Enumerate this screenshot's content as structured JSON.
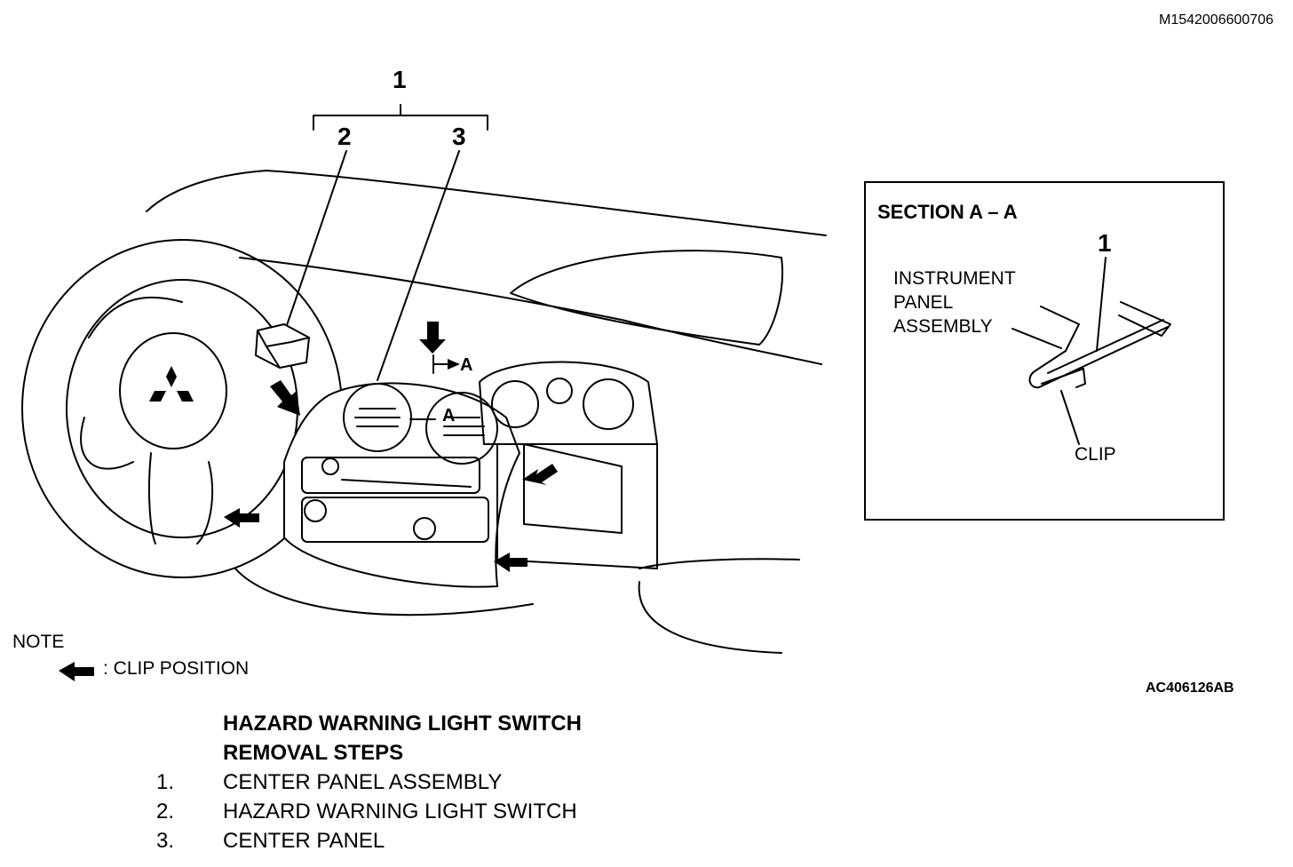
{
  "doc_id": "M1542006600706",
  "figure_id": "AC406126AB",
  "callouts": {
    "c1": "1",
    "c2": "2",
    "c3": "3",
    "section_marker": "A"
  },
  "section": {
    "title": "SECTION A – A",
    "callout": "1",
    "instrument_panel_line1": "INSTRUMENT",
    "instrument_panel_line2": "PANEL",
    "instrument_panel_line3": "ASSEMBLY",
    "clip": "CLIP"
  },
  "note": {
    "heading": "NOTE",
    "clip_position": ": CLIP POSITION",
    "arrow_icon": "black-arrow-left-icon"
  },
  "steps": {
    "title_line1": "HAZARD WARNING LIGHT SWITCH",
    "title_line2": "REMOVAL STEPS",
    "items": [
      {
        "num": "1.",
        "text": "CENTER PANEL ASSEMBLY"
      },
      {
        "num": "2.",
        "text": "HAZARD WARNING LIGHT SWITCH"
      },
      {
        "num": "3.",
        "text": "CENTER PANEL"
      }
    ]
  }
}
